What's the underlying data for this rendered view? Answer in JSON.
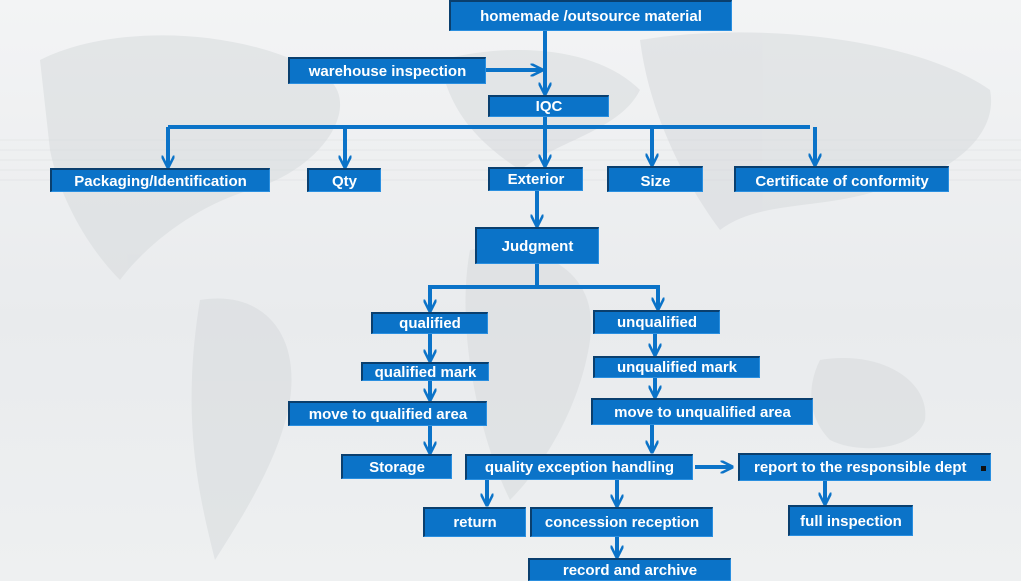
{
  "colors": {
    "node_fill": "#0b73c8",
    "node_text": "#ffffff",
    "arrow": "#0b73c8"
  },
  "nodes": {
    "material": "homemade /outsource material",
    "warehouse": "warehouse inspection",
    "iqc": "IQC",
    "packaging": "Packaging/Identification",
    "qty": "Qty",
    "exterior": "Exterior",
    "size": "Size",
    "certificate": "Certificate of conformity",
    "judgment": "Judgment",
    "qualified": "qualified",
    "unqualified": "unqualified",
    "qualified_mark": "qualified mark",
    "unqualified_mark": "unqualified mark",
    "move_qualified": "move to qualified area",
    "move_unqualified": "move to unqualified area",
    "storage": "Storage",
    "exception": "quality exception handling",
    "report": "report to the responsible dept",
    "return": "return",
    "concession": "concession reception",
    "full_inspection": "full inspection",
    "archive": "record and archive"
  }
}
